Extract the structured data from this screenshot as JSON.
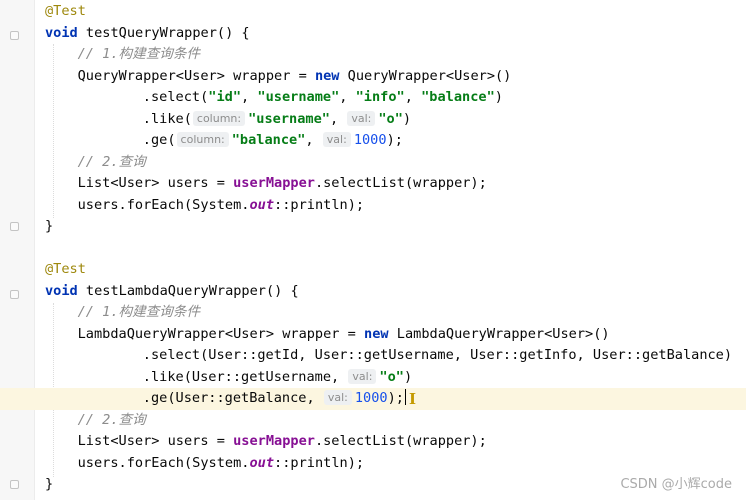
{
  "editor": {
    "lines": [
      {
        "indent": 0,
        "tokens": [
          {
            "c": "ann",
            "t": "@Test"
          }
        ]
      },
      {
        "indent": 0,
        "tokens": [
          {
            "c": "kw",
            "t": "void"
          },
          {
            "c": "",
            "t": " testQueryWrapper() {"
          }
        ]
      },
      {
        "indent": 1,
        "tokens": [
          {
            "c": "cmt",
            "t": "// 1.构建查询条件"
          }
        ]
      },
      {
        "indent": 1,
        "tokens": [
          {
            "c": "",
            "t": "QueryWrapper<User> wrapper = "
          },
          {
            "c": "kw",
            "t": "new"
          },
          {
            "c": "",
            "t": " QueryWrapper<User>()"
          }
        ]
      },
      {
        "indent": 3,
        "tokens": [
          {
            "c": "",
            "t": ".select("
          },
          {
            "c": "str",
            "t": "\"id\""
          },
          {
            "c": "",
            "t": ", "
          },
          {
            "c": "str",
            "t": "\"username\""
          },
          {
            "c": "",
            "t": ", "
          },
          {
            "c": "str",
            "t": "\"info\""
          },
          {
            "c": "",
            "t": ", "
          },
          {
            "c": "str",
            "t": "\"balance\""
          },
          {
            "c": "",
            "t": ")"
          }
        ]
      },
      {
        "indent": 3,
        "tokens": [
          {
            "c": "",
            "t": ".like("
          },
          {
            "c": "hint",
            "t": "column:"
          },
          {
            "c": "str",
            "t": "\"username\""
          },
          {
            "c": "",
            "t": ", "
          },
          {
            "c": "hint",
            "t": "val:"
          },
          {
            "c": "str",
            "t": "\"o\""
          },
          {
            "c": "",
            "t": ")"
          }
        ]
      },
      {
        "indent": 3,
        "tokens": [
          {
            "c": "",
            "t": ".ge("
          },
          {
            "c": "hint",
            "t": "column:"
          },
          {
            "c": "str",
            "t": "\"balance\""
          },
          {
            "c": "",
            "t": ", "
          },
          {
            "c": "hint",
            "t": "val:"
          },
          {
            "c": "num",
            "t": "1000"
          },
          {
            "c": "",
            "t": ");"
          }
        ]
      },
      {
        "indent": 1,
        "tokens": [
          {
            "c": "cmt",
            "t": "// 2.查询"
          }
        ]
      },
      {
        "indent": 1,
        "tokens": [
          {
            "c": "",
            "t": "List<User> users = "
          },
          {
            "c": "fld",
            "t": "userMapper"
          },
          {
            "c": "",
            "t": ".selectList(wrapper);"
          }
        ]
      },
      {
        "indent": 1,
        "tokens": [
          {
            "c": "",
            "t": "users.forEach(System."
          },
          {
            "c": "stat",
            "t": "out"
          },
          {
            "c": "",
            "t": "::println);"
          }
        ]
      },
      {
        "indent": 0,
        "tokens": [
          {
            "c": "",
            "t": "}"
          }
        ]
      },
      {
        "indent": 0,
        "tokens": []
      },
      {
        "indent": 0,
        "tokens": [
          {
            "c": "ann",
            "t": "@Test"
          }
        ]
      },
      {
        "indent": 0,
        "tokens": [
          {
            "c": "kw",
            "t": "void"
          },
          {
            "c": "",
            "t": " testLambdaQueryWrapper() {"
          }
        ]
      },
      {
        "indent": 1,
        "tokens": [
          {
            "c": "cmt",
            "t": "// 1.构建查询条件"
          }
        ]
      },
      {
        "indent": 1,
        "tokens": [
          {
            "c": "",
            "t": "LambdaQueryWrapper<User> wrapper = "
          },
          {
            "c": "kw",
            "t": "new"
          },
          {
            "c": "",
            "t": " LambdaQueryWrapper<User>()"
          }
        ]
      },
      {
        "indent": 3,
        "tokens": [
          {
            "c": "",
            "t": ".select(User::getId, User::getUsername, User::getInfo, User::getBalance)"
          }
        ]
      },
      {
        "indent": 3,
        "tokens": [
          {
            "c": "",
            "t": ".like(User::getUsername, "
          },
          {
            "c": "hint",
            "t": "val:"
          },
          {
            "c": "str",
            "t": "\"o\""
          },
          {
            "c": "",
            "t": ")"
          }
        ]
      },
      {
        "indent": 3,
        "tokens": [
          {
            "c": "",
            "t": ".ge(User::getBalance, "
          },
          {
            "c": "hint",
            "t": "val:"
          },
          {
            "c": "num",
            "t": "1000"
          },
          {
            "c": "",
            "t": ");"
          },
          {
            "c": "caret",
            "t": ""
          }
        ],
        "current": true
      },
      {
        "indent": 1,
        "tokens": [
          {
            "c": "cmt",
            "t": "// 2.查询"
          }
        ]
      },
      {
        "indent": 1,
        "tokens": [
          {
            "c": "",
            "t": "List<User> users = "
          },
          {
            "c": "fld",
            "t": "userMapper"
          },
          {
            "c": "",
            "t": ".selectList(wrapper);"
          }
        ]
      },
      {
        "indent": 1,
        "tokens": [
          {
            "c": "",
            "t": "users.forEach(System."
          },
          {
            "c": "stat",
            "t": "out"
          },
          {
            "c": "",
            "t": "::println);"
          }
        ]
      },
      {
        "indent": 0,
        "tokens": [
          {
            "c": "",
            "t": "}"
          }
        ]
      }
    ]
  },
  "watermark": "CSDN @小辉code",
  "colors": {
    "keyword": "#0033b3",
    "string": "#067d17",
    "number": "#1750eb",
    "annotation": "#9e880d",
    "comment": "#8c8c8c",
    "field": "#871094",
    "current_line": "#fcf6e0"
  }
}
